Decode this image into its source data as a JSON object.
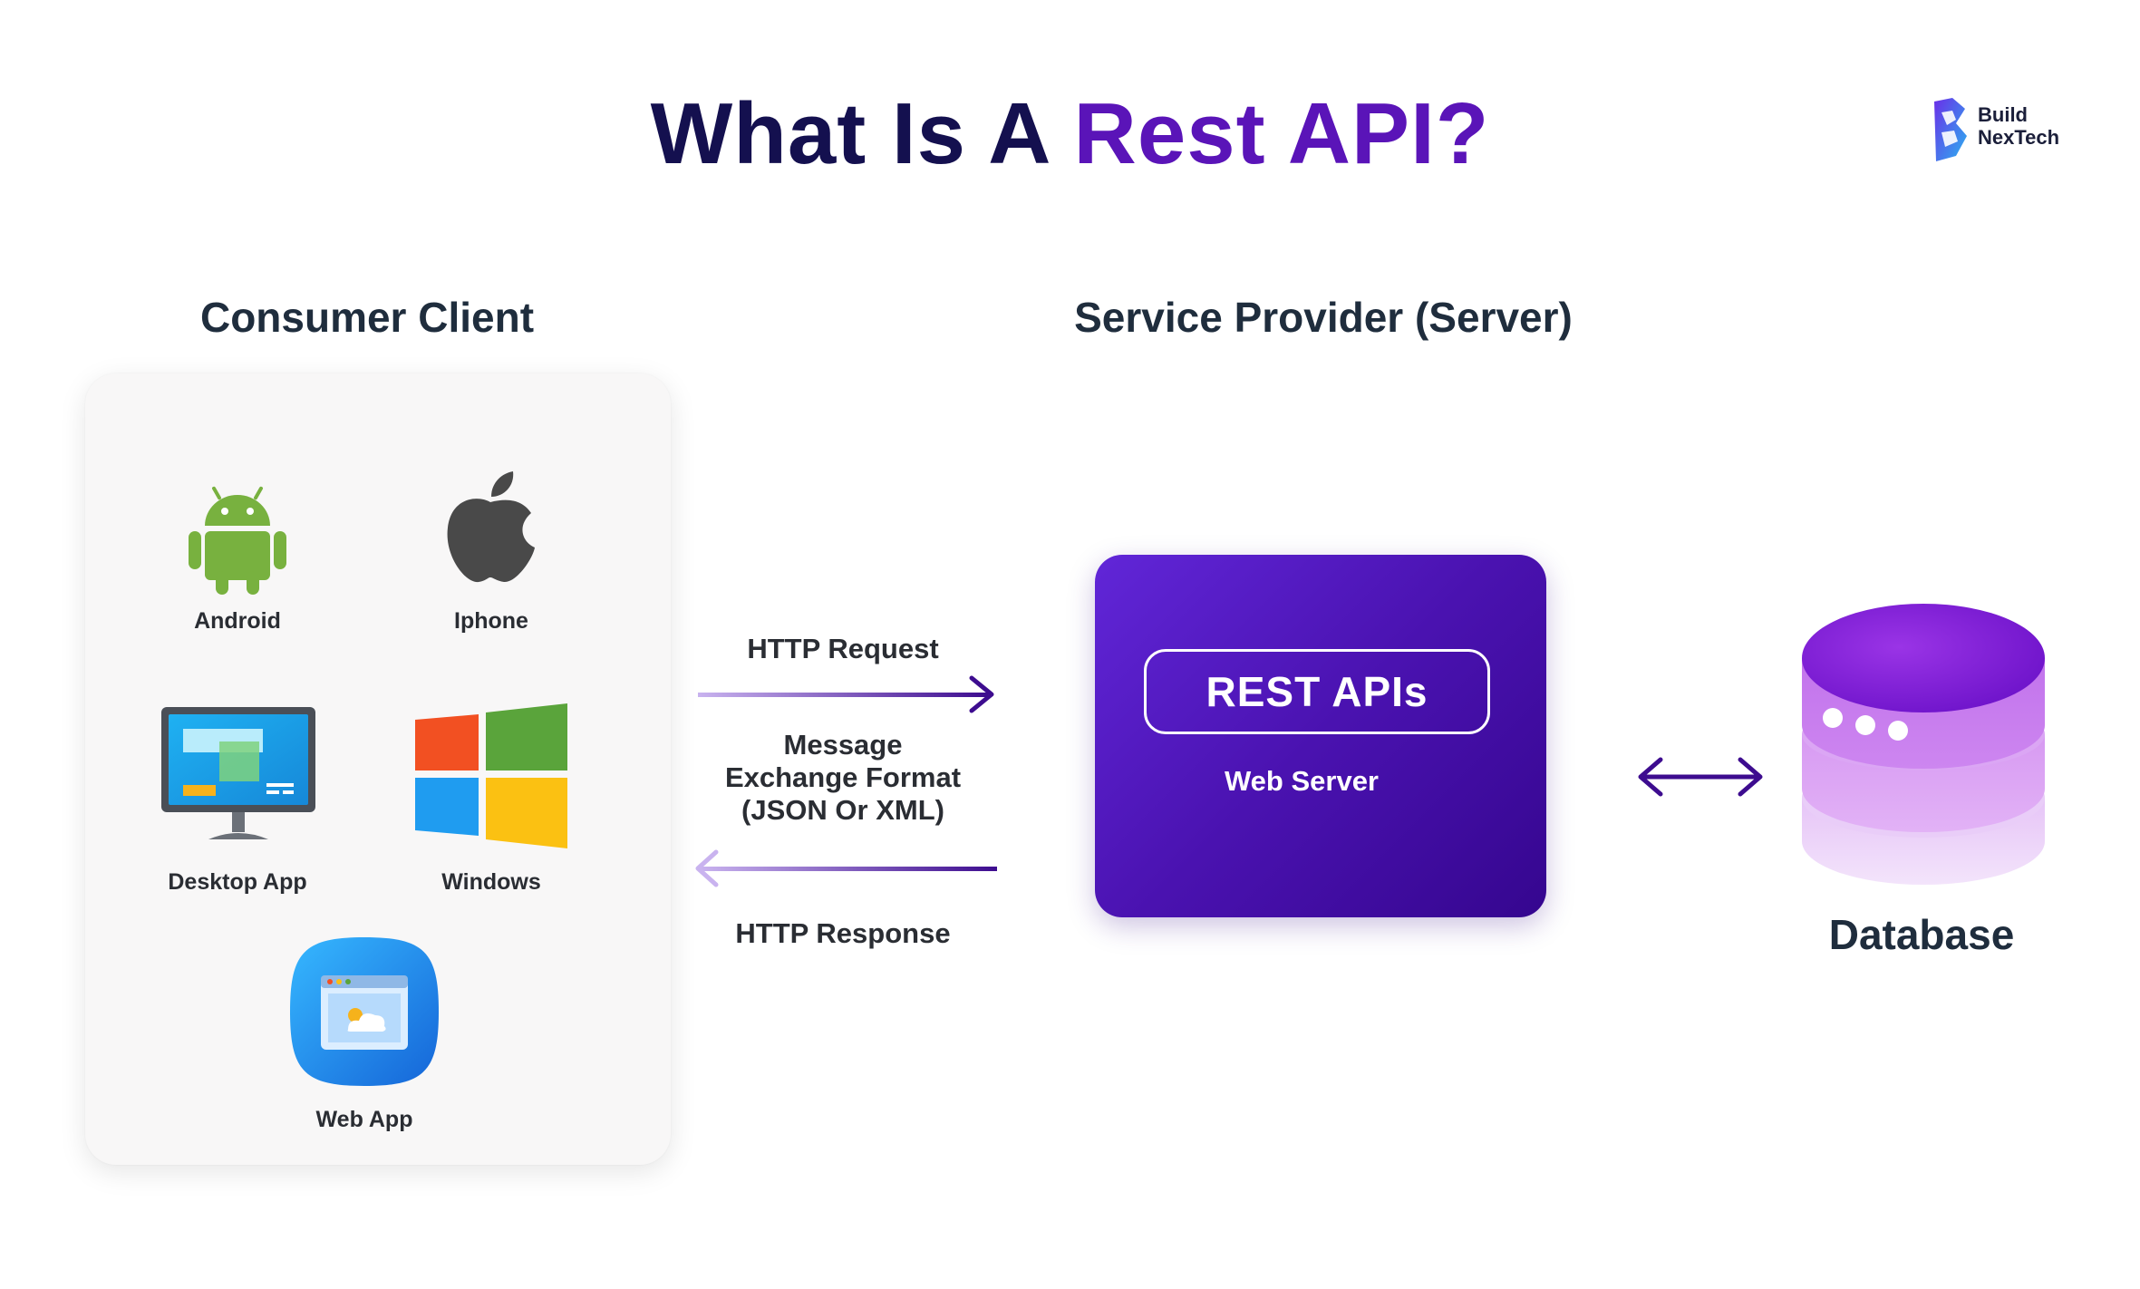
{
  "title": {
    "part1": "What Is A",
    "part2": "Rest API?"
  },
  "logo": {
    "line1": "Build",
    "line2": "NexTech"
  },
  "consumer": {
    "heading": "Consumer Client",
    "clients": [
      {
        "label": "Android",
        "icon": "android-icon"
      },
      {
        "label": "Iphone",
        "icon": "apple-icon"
      },
      {
        "label": "Desktop App",
        "icon": "desktop-monitor-icon"
      },
      {
        "label": "Windows",
        "icon": "windows-icon"
      },
      {
        "label": "Web App",
        "icon": "web-app-icon"
      }
    ]
  },
  "exchange": {
    "request": "HTTP Request",
    "format_line1": "Message",
    "format_line2": "Exchange Format",
    "format_line3": "(JSON Or XML)",
    "response": "HTTP Response"
  },
  "server": {
    "heading": "Service Provider (Server)",
    "pill": "REST APIs",
    "subtitle": "Web Server"
  },
  "database": {
    "label": "Database",
    "icon": "database-icon"
  },
  "colors": {
    "title_dark": "#14104f",
    "title_accent": "#5a14b8",
    "server_gradient_start": "#6126d8",
    "server_gradient_end": "#35068f",
    "arrow_dark": "#3d0c8f",
    "arrow_light": "#c9b3ef"
  }
}
